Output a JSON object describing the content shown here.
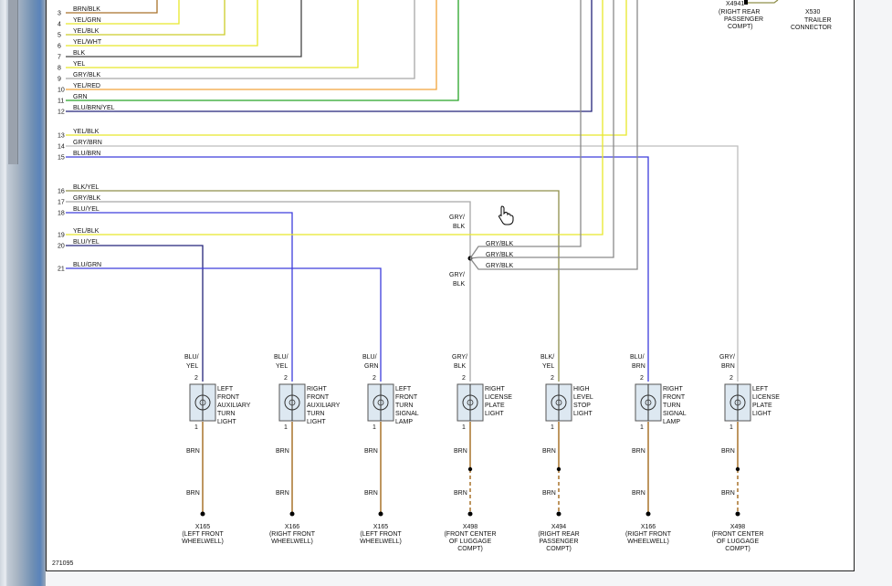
{
  "figure_id": "271095",
  "wire_colors": {
    "BRN": "#a9722a",
    "YEL": "#e8e82a",
    "BLK": "#444444",
    "GRY": "#a8a8a8",
    "GRN": "#28a428",
    "ORG": "#f2a33a",
    "BLU": "#3d3ddc",
    "NAVY": "#23237a",
    "OLIVE": "#8f8f4a",
    "WHT_GRY": "#bdbdbd"
  },
  "rows": [
    {
      "num": "3",
      "label": "BRN/BLK"
    },
    {
      "num": "4",
      "label": "YEL/GRN"
    },
    {
      "num": "5",
      "label": "YEL/BLK"
    },
    {
      "num": "6",
      "label": "YEL/WHT"
    },
    {
      "num": "7",
      "label": "BLK"
    },
    {
      "num": "8",
      "label": "YEL"
    },
    {
      "num": "9",
      "label": "GRY/BLK"
    },
    {
      "num": "10",
      "label": "YEL/RED"
    },
    {
      "num": "11",
      "label": "GRN"
    },
    {
      "num": "12",
      "label": "BLU/BRN/YEL"
    },
    {
      "num": "13",
      "label": "YEL/BLK"
    },
    {
      "num": "14",
      "label": "GRY/BRN"
    },
    {
      "num": "15",
      "label": "BLU/BRN"
    },
    {
      "num": "16",
      "label": "BLK/YEL"
    },
    {
      "num": "17",
      "label": "GRY/BLK"
    },
    {
      "num": "18",
      "label": "BLU/YEL"
    },
    {
      "num": "19",
      "label": "YEL/BLK"
    },
    {
      "num": "20",
      "label": "BLU/YEL"
    },
    {
      "num": "21",
      "label": "BLU/GRN"
    }
  ],
  "top_right": {
    "x4941_label": "X4941",
    "x4941_desc": [
      "(RIGHT REAR",
      "PASSENGER",
      "COMPT)"
    ],
    "x530_label": "X530",
    "x530_desc": [
      "TRAILER",
      "CONNECTOR"
    ]
  },
  "splice": {
    "upper_label": [
      "GRY/",
      "BLK"
    ],
    "lower_label": [
      "GRY/",
      "BLK"
    ],
    "branch_labels": [
      "GRY/BLK",
      "GRY/BLK",
      "GRY/BLK"
    ]
  },
  "components": [
    {
      "wire_label": [
        "BLU/",
        "YEL"
      ],
      "pin_top": "2",
      "pin_bot": "1",
      "name": [
        "LEFT",
        "FRONT",
        "AUXILIARY",
        "TURN",
        "LIGHT"
      ],
      "gnd_labels": [
        "BRN",
        "BRN"
      ],
      "gnd_name": [
        "X165",
        "(LEFT FRONT",
        "WHEELWELL)"
      ]
    },
    {
      "wire_label": [
        "BLU/",
        "YEL"
      ],
      "pin_top": "2",
      "pin_bot": "1",
      "name": [
        "RIGHT",
        "FRONT",
        "AUXILIARY",
        "TURN",
        "LIGHT"
      ],
      "gnd_labels": [
        "BRN",
        "BRN"
      ],
      "gnd_name": [
        "X166",
        "(RIGHT FRONT",
        "WHEELWELL)"
      ]
    },
    {
      "wire_label": [
        "BLU/",
        "GRN"
      ],
      "pin_top": "2",
      "pin_bot": "1",
      "name": [
        "LEFT",
        "FRONT",
        "TURN",
        "SIGNAL",
        "LAMP"
      ],
      "gnd_labels": [
        "BRN",
        "BRN"
      ],
      "gnd_name": [
        "X165",
        "(LEFT FRONT",
        "WHEELWELL)"
      ]
    },
    {
      "wire_label": [
        "GRY/",
        "BLK"
      ],
      "pin_top": "2",
      "pin_bot": "1",
      "name": [
        "RIGHT",
        "LICENSE",
        "PLATE",
        "LIGHT"
      ],
      "gnd_labels": [
        "BRN",
        "BRN"
      ],
      "gnd_name": [
        "X498",
        "(FRONT CENTER",
        "OF LUGGAGE",
        "COMPT)"
      ]
    },
    {
      "wire_label": [
        "BLK/",
        "YEL"
      ],
      "pin_top": "2",
      "pin_bot": "1",
      "name": [
        "HIGH",
        "LEVEL",
        "STOP",
        "LIGHT"
      ],
      "gnd_labels": [
        "BRN",
        "BRN"
      ],
      "gnd_name": [
        "X494",
        "(RIGHT REAR",
        "PASSENGER",
        "COMPT)"
      ]
    },
    {
      "wire_label": [
        "BLU/",
        "BRN"
      ],
      "pin_top": "2",
      "pin_bot": "1",
      "name": [
        "RIGHT",
        "FRONT",
        "TURN",
        "SIGNAL",
        "LAMP"
      ],
      "gnd_labels": [
        "BRN",
        "BRN"
      ],
      "gnd_name": [
        "X166",
        "(RIGHT FRONT",
        "WHEELWELL)"
      ]
    },
    {
      "wire_label": [
        "GRY/",
        "BRN"
      ],
      "pin_top": "2",
      "pin_bot": "1",
      "name": [
        "LEFT",
        "LICENSE",
        "PLATE",
        "LIGHT"
      ],
      "gnd_labels": [
        "BRN",
        "BRN"
      ],
      "gnd_name": [
        "X498",
        "(FRONT CENTER",
        "OF LUGGAGE",
        "COMPT)"
      ]
    }
  ]
}
